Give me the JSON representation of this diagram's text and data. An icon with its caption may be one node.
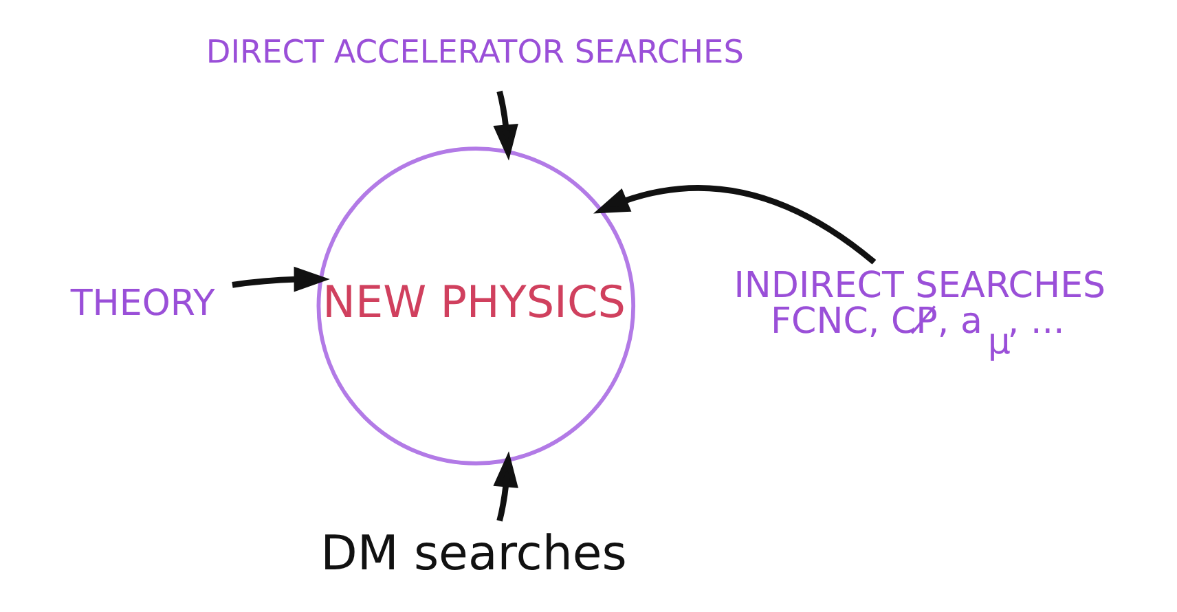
{
  "diagram": {
    "nodes": [
      {
        "text": [
          "DIRECT ACCELERATOR SEARCHES"
        ]
      },
      {
        "text": [
          "NEW PHYSICS"
        ]
      },
      {
        "text": [
          "THEORY"
        ]
      },
      {
        "text": [
          "INDIRECT SEARCHES",
          "FCNC, CP̸, a$_{μ}$, ..."
        ]
      },
      {
        "text": [
          "DM searches"
        ]
      }
    ],
    "edges": [
      {
        "from": 0,
        "to": 1,
        "arrow": "to"
      },
      {
        "from": 2,
        "to": 1,
        "arrow": "to"
      },
      {
        "from": 3,
        "to": 1,
        "arrow": "to"
      },
      {
        "from": 4,
        "to": 1,
        "arrow": "to"
      }
    ]
  }
}
